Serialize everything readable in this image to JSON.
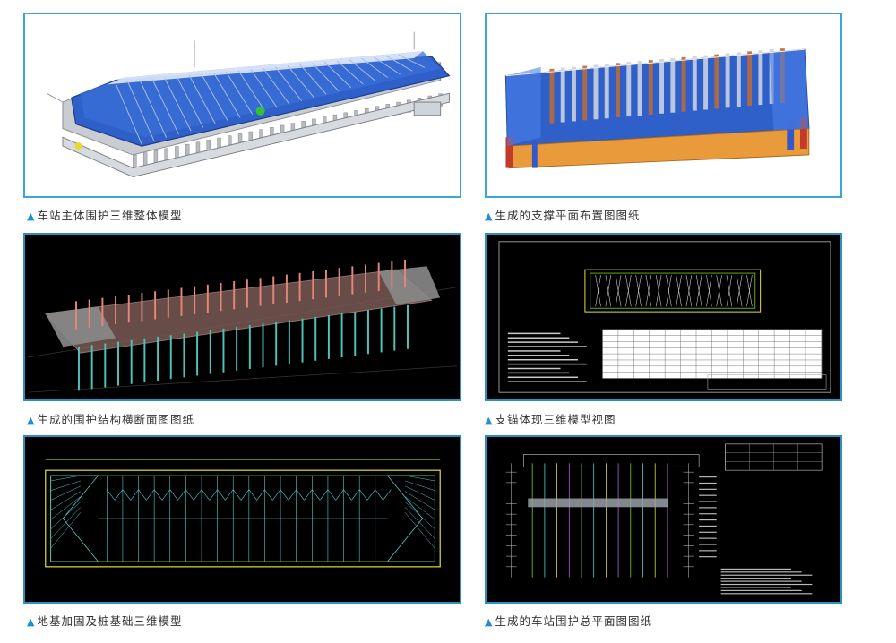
{
  "colors": {
    "frame_border": "#3aa6d8",
    "caption_marker": "#1a8fd1",
    "model_blue": "#2f5fc8",
    "cad_background": "#000000",
    "cad_cyan": "#4fd3d3",
    "cad_green": "#7ed321",
    "cad_yellow": "#e6e33a",
    "pile_red": "#e5544a"
  },
  "marker_icon": "triangle-up-icon",
  "panels": [
    {
      "id": "p1",
      "caption": "车站主体围护三维整体模型",
      "style": "light"
    },
    {
      "id": "p2",
      "caption": "生成的支撑平面布置图图纸",
      "style": "light"
    },
    {
      "id": "p3",
      "caption": "生成的围护结构横断面图图纸",
      "style": "dark"
    },
    {
      "id": "p4",
      "caption": "支锚体现三维模型视图",
      "style": "dark"
    },
    {
      "id": "p5",
      "caption": "地基加固及桩基础三维模型",
      "style": "dark"
    },
    {
      "id": "p6",
      "caption": "生成的车站围护总平面图图纸",
      "style": "dark"
    }
  ]
}
